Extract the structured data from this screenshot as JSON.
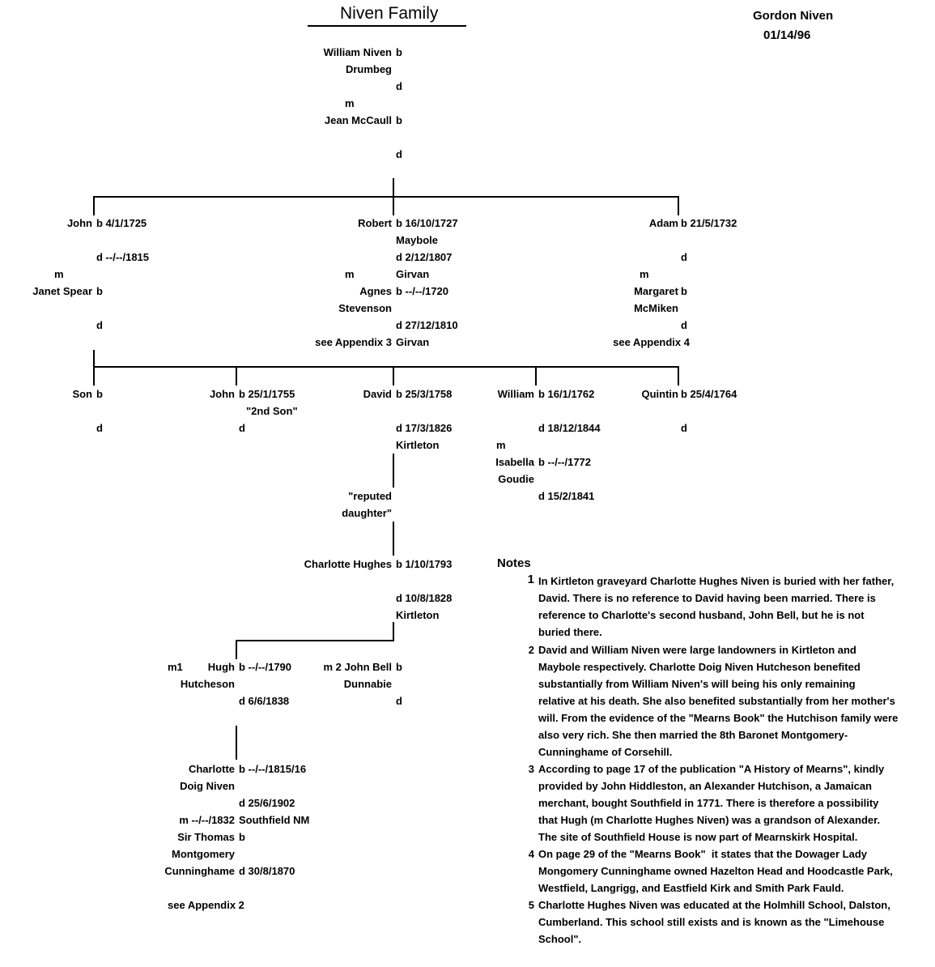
{
  "title": "Niven Family",
  "author": "Gordon Niven",
  "date": "01/14/96",
  "gen1": {
    "william": "William Niven",
    "drumbeg": "Drumbeg",
    "b1": "b",
    "d1": "d",
    "m": "m",
    "jean": "Jean McCaull",
    "b2": "b",
    "d2": "d"
  },
  "gen2": {
    "john_name": "John",
    "john_b": "b 4/1/1725",
    "john_d": "d --/--/1815",
    "john_m": "m",
    "janet": "Janet Spear",
    "janet_b": "b",
    "janet_d": "d",
    "robert_name": "Robert",
    "robert_b": "b 16/10/1727",
    "robert_bplace": "Maybole",
    "robert_d": "d 2/12/1807",
    "robert_dplace": "Girvan",
    "robert_m": "m",
    "agnes1": "Agnes",
    "agnes2": "Stevenson",
    "agnes_b": "b --/--/1720",
    "agnes_d": "d 27/12/1810",
    "agnes_app": "see Appendix 3",
    "agnes_dplace": "Girvan",
    "adam_name": "Adam",
    "adam_b": "b 21/5/1732",
    "adam_d": "d",
    "adam_m": "m",
    "margaret1": "Margaret",
    "margaret_b": "b",
    "margaret2": "McMiken",
    "margaret_d": "d",
    "adam_app": "see Appendix 4"
  },
  "gen3": {
    "son_name": "Son",
    "son_b": "b",
    "son_d": "d",
    "john_name": "John",
    "john_b": "b 25/1/1755",
    "john_note": "\"2nd Son\"",
    "john_d": "d",
    "david_name": "David",
    "david_b": "b 25/3/1758",
    "david_d": "d 17/3/1826",
    "david_dplace": "Kirtleton",
    "william_name": "William",
    "william_b": "b 16/1/1762",
    "william_d": "d 18/12/1844",
    "william_m": "m",
    "isabella1": "Isabella",
    "isabella2": "Goudie",
    "isabella_b": "b --/--/1772",
    "isabella_d": "d 15/2/1841",
    "quintin_name": "Quintin",
    "quintin_b": "b 25/4/1764",
    "quintin_d": "d"
  },
  "gen4": {
    "reputed1": "\"reputed",
    "reputed2": "daughter\"",
    "charlotte": "Charlotte Hughes",
    "charlotte_b": "b 1/10/1793",
    "charlotte_d": "d 10/8/1828",
    "charlotte_dplace": "Kirtleton",
    "m1": "m1",
    "hugh1": "Hugh",
    "hugh2": "Hutcheson",
    "hugh_b": "b --/--/1790",
    "hugh_d": "d 6/6/1838",
    "m2": "m 2 John Bell",
    "dunnabie": "Dunnabie",
    "bell_b": "b",
    "bell_d": "d"
  },
  "gen5": {
    "charlotte1": "Charlotte",
    "charlotte2": "Doig Niven",
    "charlotte_b": "b --/--/1815/16",
    "charlotte_d": "d 25/6/1902",
    "m": "m --/--/1832",
    "southfield": "Southfield NM",
    "thomas1": "Sir Thomas",
    "thomas_b": "b",
    "thomas2": "Montgomery",
    "thomas3": "Cunninghame",
    "thomas_d": "d 30/8/1870",
    "app2": "see Appendix 2"
  },
  "notes": {
    "heading": "Notes",
    "items": [
      {
        "num": "1",
        "lines": [
          "In Kirtleton graveyard Charlotte Hughes Niven is buried with her father,",
          "David. There is no reference to David having been married. There is",
          "reference to Charlotte's second husband, John Bell, but he is not",
          "buried there."
        ]
      },
      {
        "num": "2",
        "lines": [
          "David and William Niven were large landowners in Kirtleton and",
          "Maybole respectively. Charlotte Doig Niven Hutcheson benefited",
          "substantially from William Niven's will being his only remaining",
          "relative at his death. She also benefited substantially from her mother's",
          "will. From the evidence of the \"Mearns Book\" the Hutchison family were",
          "also very rich. She then married the 8th Baronet Montgomery-",
          "Cunninghame of Corsehill."
        ]
      },
      {
        "num": "3",
        "lines": [
          "According to page 17 of the publication \"A History of Mearns\", kindly",
          "provided by John Hiddleston, an Alexander Hutchison, a Jamaican",
          "merchant, bought Southfield in 1771. There is therefore a possibility",
          "that Hugh (m Charlotte Hughes Niven) was a grandson of Alexander.",
          "The site of Southfield House is now part of Mearnskirk Hospital."
        ]
      },
      {
        "num": "4",
        "lines": [
          "On page 29 of the \"Mearns Book\"  it states that the Dowager Lady",
          "Mongomery Cunninghame owned Hazelton Head and Hoodcastle Park,",
          "Westfield, Langrigg, and Eastfield Kirk and Smith Park Fauld."
        ]
      },
      {
        "num": "5",
        "lines": [
          "Charlotte Hughes Niven was educated at the Holmhill School, Dalston,",
          "Cumberland. This school still exists and is known as the \"Limehouse",
          "School\"."
        ]
      }
    ]
  }
}
